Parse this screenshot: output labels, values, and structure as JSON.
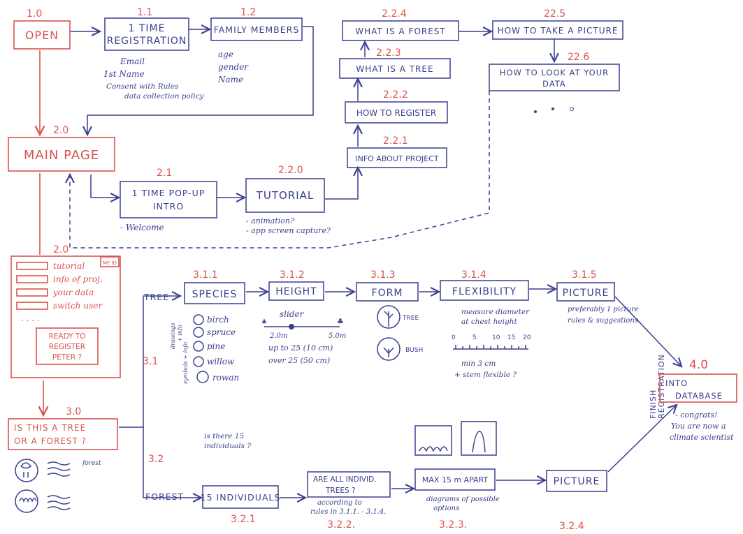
{
  "nodes": {
    "open": {
      "num": "1.0",
      "label": "OPEN"
    },
    "registration": {
      "num": "1.1",
      "line1": "1 TIME",
      "line2": "REGISTRATION",
      "notes": [
        "Email",
        "1st Name",
        "Consent with Rules",
        "data collection policy"
      ]
    },
    "family": {
      "num": "1.2",
      "label": "FAMILY MEMBERS",
      "notes": [
        "age",
        "gender",
        "Name"
      ]
    },
    "main": {
      "num": "2.0",
      "label": "MAIN PAGE"
    },
    "popup": {
      "num": "2.1",
      "line1": "1 TIME POP-UP",
      "line2": "INTRO",
      "note": "- Welcome"
    },
    "tutorial": {
      "num": "2.2.0",
      "label": "TUTORIAL",
      "notes": [
        "- animation?",
        "- app screen capture?"
      ]
    },
    "info": {
      "num": "2.2.1",
      "label": "INFO ABOUT PROJECT"
    },
    "howreg": {
      "num": "2.2.2",
      "label": "HOW TO REGISTER"
    },
    "tree": {
      "num": "2.2.3",
      "label": "WHAT IS A TREE"
    },
    "forest": {
      "num": "2.2.4",
      "label": "WHAT IS A FOREST"
    },
    "picture_how": {
      "num": "22.5",
      "label": "HOW TO TAKE A PICTURE"
    },
    "lookdata": {
      "num": "22.6",
      "line1": "HOW TO LOOK AT YOUR",
      "line2": "DATA"
    },
    "menu": {
      "num": "2.0",
      "badge": "MY ID",
      "items": [
        "tutorial",
        "info of proj.",
        "your data",
        "switch user"
      ],
      "dots": ". . . .",
      "ready": [
        "READY TO",
        "REGISTER",
        "PETER ?"
      ]
    },
    "treeorforest": {
      "num": "3.0",
      "line1": "IS THIS A TREE",
      "line2": "OR A FOREST ?",
      "note": "forest"
    },
    "species": {
      "num": "3.1.1",
      "label": "SPECIES",
      "items": [
        "birch",
        "spruce",
        "pine",
        "willow",
        "rowan"
      ],
      "side": [
        "drawings",
        "+ info",
        "symbols + info"
      ]
    },
    "height": {
      "num": "3.1.2",
      "label": "HEIGHT",
      "slider": "slider",
      "min": "2.0m",
      "max": "5.0m",
      "notes": [
        "up to 25 (10 cm)",
        "over 25 (50 cm)"
      ]
    },
    "form": {
      "num": "3.1.3",
      "label": "FORM",
      "opts": [
        "TREE",
        "BUSH"
      ]
    },
    "flex": {
      "num": "3.1.4",
      "label": "FLEXIBILITY",
      "notes": [
        "measure diameter",
        "at chest height",
        "min 3 cm",
        "+ stem flexible ?"
      ],
      "scale": [
        "0",
        "5",
        "10",
        "15",
        "20"
      ]
    },
    "picture1": {
      "num": "3.1.5",
      "label": "PICTURE",
      "notes": [
        "preferably 1 picture",
        "rules & suggestions"
      ]
    },
    "database": {
      "num": "4.0",
      "line1": "INTO",
      "line2": "DATABASE",
      "notes": [
        "- congrats!",
        "You are now a",
        "climate scientist"
      ]
    },
    "individuals": {
      "num": "3.2.1",
      "label": "15 INDIVIDUALS"
    },
    "alltrees": {
      "num": "3.2.2.",
      "line1": "ARE ALL INDIVID.",
      "line2": "TREES ?",
      "notes": [
        "according to",
        "rules in 3.1.1. - 3.1.4."
      ]
    },
    "apart": {
      "num": "3.2.3.",
      "label": "MAX 15 m APART",
      "notes": [
        "diagrams of possible",
        "options"
      ]
    },
    "picture2": {
      "num": "3.2.4",
      "label": "PICTURE"
    }
  },
  "branch_labels": {
    "tree": "TREE",
    "forest": "FOREST",
    "b31": "3.1",
    "b32": "3.2",
    "question": [
      "is there 15",
      "individuals ?"
    ],
    "finish": [
      "FINISH",
      "REGISTRATION"
    ]
  },
  "colors": {
    "red": "#d9534f",
    "blue": "#3a3f8f"
  }
}
